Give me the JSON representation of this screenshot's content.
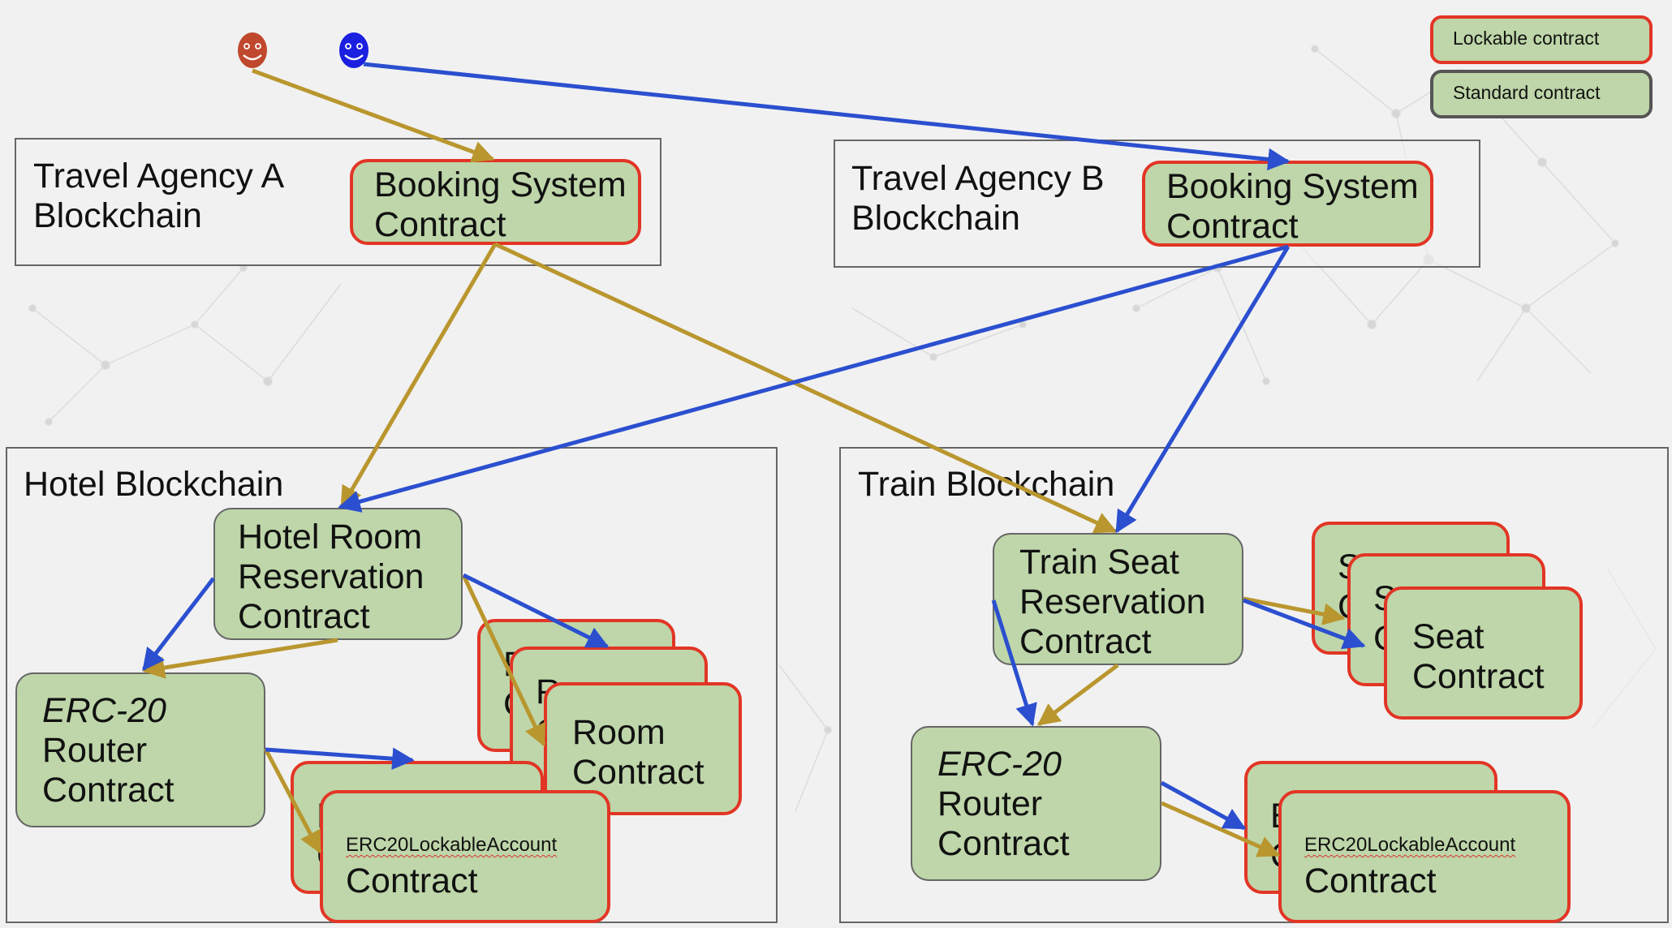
{
  "colors": {
    "alice": "#b9962e",
    "bob": "#2b4fcf",
    "lockable_border": "#e23525",
    "standard_border": "#555555",
    "contract_fill": "#bed6a9"
  },
  "users": [
    {
      "icon": "smiley-face-icon",
      "color": "#c0482d"
    },
    {
      "icon": "smiley-face-icon",
      "color": "#1a1fe0"
    }
  ],
  "legend": {
    "lockable": "Lockable contract",
    "standard": "Standard contract"
  },
  "agency_a": {
    "title": "Travel Agency A\nBlockchain",
    "booking": "Booking System\nContract"
  },
  "agency_b": {
    "title": "Travel Agency B\nBlockchain",
    "booking": "Booking System\nContract"
  },
  "hotel": {
    "title": "Hotel Blockchain",
    "reservation": "Hotel Room\nReservation\nContract",
    "router_erc": "ERC-20",
    "router_rest": "Router\nContract",
    "room_back1": "R\nC",
    "room_back2": "R\nC",
    "room": "Room\nContract",
    "erc20_back": "E\nC",
    "erc20_label": "ERC20LockableAccount",
    "erc20_contract": "Contract"
  },
  "train": {
    "title": "Train Blockchain",
    "reservation": "Train Seat\nReservation\nContract",
    "router_erc": "ERC-20",
    "router_rest": "Router\nContract",
    "seat_back1": "S\nC",
    "seat_back2": "S\nC",
    "seat": "Seat\nContract",
    "erc20_back": "E\nC",
    "erc20_label": "ERC20LockableAccount",
    "erc20_contract": "Contract"
  }
}
